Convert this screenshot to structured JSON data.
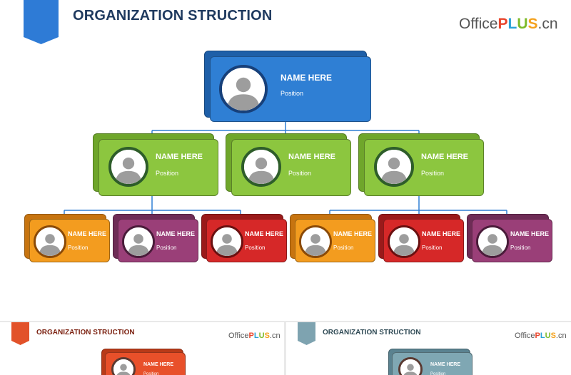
{
  "slide": {
    "title": "ORGANIZATION STRUCTION",
    "logo": {
      "office": "Office",
      "p": "P",
      "l": "L",
      "u": "U",
      "s": "S",
      "cn": ".cn"
    }
  },
  "colors": {
    "title_text": "#1f3a5f",
    "bookmark": "#2e7bd6",
    "blue": "#2f7fd4",
    "blue_back": "#1e5fa8",
    "blue_ring": "#17407a",
    "green": "#8cc63f",
    "green_back": "#6fa62b",
    "green_ring": "#2e5d2a",
    "orange": "#f39c1f",
    "orange_back": "#c77410",
    "orange_ring": "#8a4a08",
    "purple": "#9a3f78",
    "purple_back": "#6e2c56",
    "purple_ring": "#4a1c3a",
    "red": "#d62828",
    "red_back": "#9a1a1a",
    "red_ring": "#6a1010",
    "connector": "#2f7fd4"
  },
  "chart": {
    "root": {
      "name": "NAME HERE",
      "position": "Position",
      "color": "blue"
    },
    "level2": [
      {
        "name": "NAME HERE",
        "position": "Position",
        "color": "green"
      },
      {
        "name": "NAME HERE",
        "position": "Position",
        "color": "green"
      },
      {
        "name": "NAME HERE",
        "position": "Position",
        "color": "green"
      }
    ],
    "level3": [
      {
        "name": "NAME HERE",
        "position": "Position",
        "color": "orange"
      },
      {
        "name": "NAME HERE",
        "position": "Position",
        "color": "purple"
      },
      {
        "name": "NAME HERE",
        "position": "Position",
        "color": "red"
      },
      {
        "name": "NAME HERE",
        "position": "Position",
        "color": "orange"
      },
      {
        "name": "NAME HERE",
        "position": "Position",
        "color": "red"
      },
      {
        "name": "NAME HERE",
        "position": "Position",
        "color": "purple"
      }
    ]
  },
  "thumbnails": [
    {
      "title": "ORGANIZATION STRUCTION",
      "title_color": "#7a1f0e",
      "bookmark_color": "#e2522a",
      "card_color": "#e8502a",
      "card_back": "#b83a18",
      "name": "NAME HERE",
      "position": "Position",
      "logo": {
        "office": "Office",
        "p": "P",
        "l": "L",
        "u": "U",
        "s": "S",
        "cn": ".cn"
      }
    },
    {
      "title": "ORGANIZATION STRUCTION",
      "title_color": "#2f4a55",
      "bookmark_color": "#7ea3b0",
      "card_color": "#7fa7b3",
      "card_back": "#5a8290",
      "name": "NAME HERE",
      "position": "Position",
      "logo": {
        "office": "Office",
        "p": "P",
        "l": "L",
        "u": "U",
        "s": "S",
        "cn": ".cn"
      }
    }
  ]
}
